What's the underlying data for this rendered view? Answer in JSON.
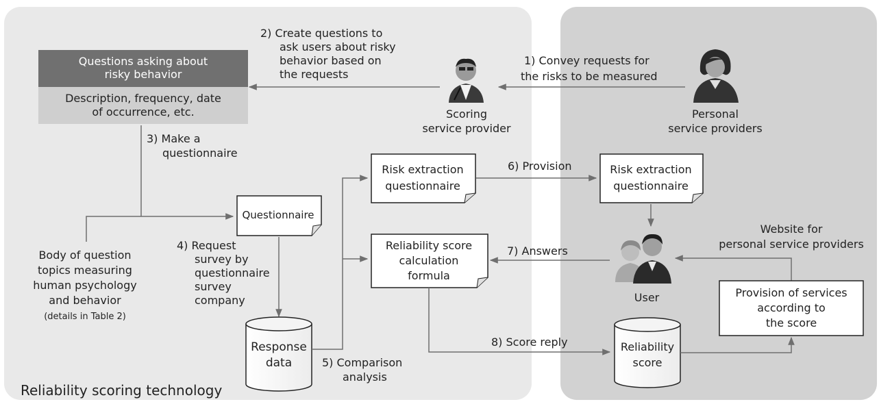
{
  "diagram": {
    "left_panel_label": "Reliability scoring technology",
    "top_box": {
      "header_lines": [
        "Questions asking about",
        "risky behavior"
      ],
      "body_lines": [
        "Description, frequency, date",
        "of occurrence, etc."
      ]
    },
    "steps": {
      "s1": [
        "1) Convey requests for",
        "the risks to be measured"
      ],
      "s2": [
        "2) Create questions to",
        "ask users about risky",
        "behavior based on",
        "the requests"
      ],
      "s3": [
        "3) Make a",
        "questionnaire"
      ],
      "s4": [
        "4) Request",
        "survey by",
        "questionnaire",
        "survey",
        "company"
      ],
      "s5": [
        "5) Comparison",
        "analysis"
      ],
      "s6": "6) Provision",
      "s7": "7) Answers",
      "s8": "8) Score reply"
    },
    "actors": {
      "scoring": [
        "Scoring",
        "service provider"
      ],
      "personal": [
        "Personal",
        "service providers"
      ],
      "user": "User"
    },
    "docs": {
      "questionnaire": "Questionnaire",
      "risk_left": [
        "Risk extraction",
        "questionnaire"
      ],
      "risk_right": [
        "Risk extraction",
        "questionnaire"
      ],
      "formula": [
        "Reliability score",
        "calculation",
        "formula"
      ]
    },
    "databases": {
      "response": [
        "Response",
        "data"
      ],
      "reliability": [
        "Reliability",
        "score"
      ]
    },
    "body_topics": [
      "Body of question",
      "topics measuring",
      "human psychology",
      "and behavior"
    ],
    "body_topics_note": "(details in Table 2)",
    "website": [
      "Website for",
      "personal service providers"
    ],
    "provision_box": [
      "Provision of services",
      "according to",
      "the score"
    ]
  }
}
